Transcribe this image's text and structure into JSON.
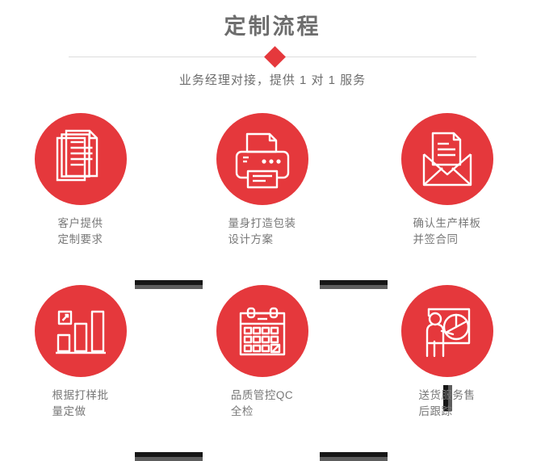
{
  "header": {
    "title": "定制流程",
    "subtitle": "业务经理对接，提供 1 对 1 服务",
    "divider_color": "#dcdcdc",
    "diamond_color": "#e5383c",
    "title_color": "#6d6d6d"
  },
  "theme": {
    "accent": "#e5383c",
    "connector_dark": "#161616",
    "connector_gray": "#5d5d5d",
    "label_color": "#787878",
    "background": "#ffffff"
  },
  "steps": [
    {
      "index": 1,
      "icon": "documents-stack-icon",
      "label_line1": "客户提供",
      "label_line2": "定制要求"
    },
    {
      "index": 2,
      "icon": "printer-icon",
      "label_line1": "量身打造包装",
      "label_line2": "设计方案"
    },
    {
      "index": 3,
      "icon": "envelope-document-icon",
      "label_line1": "确认生产样板",
      "label_line2": "并签合同"
    },
    {
      "index": 4,
      "icon": "bar-chart-growth-icon",
      "label_line1": "根据打样批",
      "label_line2": "量定做"
    },
    {
      "index": 5,
      "icon": "calendar-check-icon",
      "label_line1": "品质管控QC",
      "label_line2": "全检"
    },
    {
      "index": 6,
      "icon": "presenter-pie-chart-icon",
      "label_line1": "送货服务售",
      "label_line2": "后跟踪"
    }
  ],
  "connectors": [
    {
      "name": "connector-step1-step2",
      "orientation": "horizontal"
    },
    {
      "name": "connector-step2-step3",
      "orientation": "horizontal"
    },
    {
      "name": "connector-step3-step6",
      "orientation": "vertical"
    },
    {
      "name": "connector-step4-step5",
      "orientation": "horizontal"
    },
    {
      "name": "connector-step5-step6",
      "orientation": "horizontal"
    }
  ]
}
